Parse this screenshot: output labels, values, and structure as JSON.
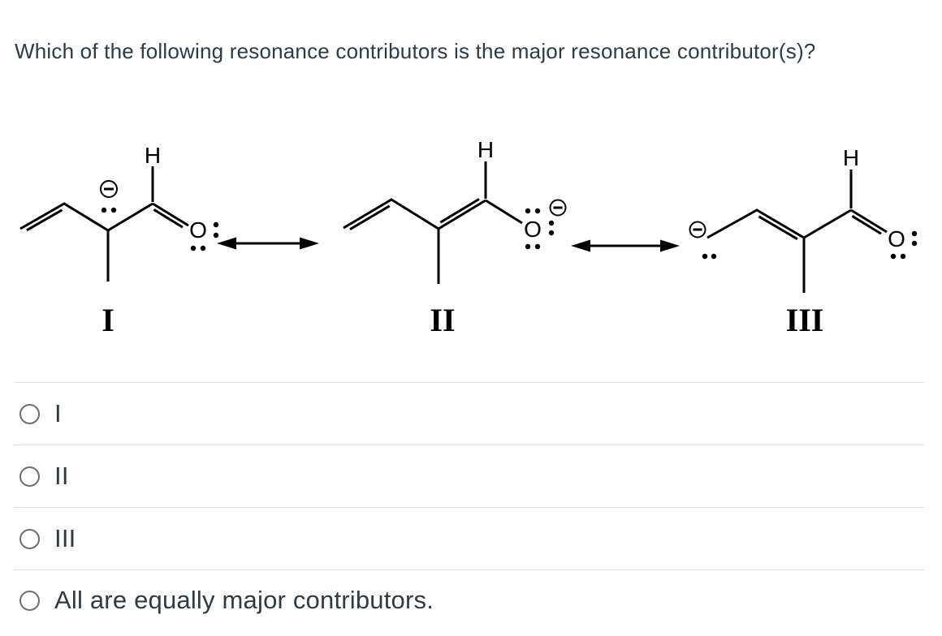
{
  "question": "Which of the following resonance contributors is the major resonance contributor(s)?",
  "diagram": {
    "description": "Three resonance contributors of a 2-methyl-pentadienal-derived anion connected by double-headed resonance arrows",
    "structures": [
      {
        "label": "I",
        "atoms": {
          "h": "H",
          "o": "O"
        },
        "charge": "-",
        "charge_location": "central carbon",
        "skeleton": "CH2=CH-C(-)(CH3)-CH=O"
      },
      {
        "label": "II",
        "atoms": {
          "h": "H",
          "o": "O"
        },
        "charge": "-",
        "charge_location": "oxygen",
        "skeleton": "CH2=CH-C(CH3)=CH-O(-)"
      },
      {
        "label": "III",
        "atoms": {
          "h": "H",
          "o": "O"
        },
        "charge": "-",
        "charge_location": "terminal carbon",
        "skeleton": "(-)CH2-CH=C(CH3)-CH=O"
      }
    ]
  },
  "options": [
    {
      "label": "I"
    },
    {
      "label": "II"
    },
    {
      "label": "III"
    },
    {
      "label": "All are equally major contributors."
    }
  ],
  "colors": {
    "text": "#2d3b45",
    "structure": "#000000",
    "divider": "#e0e0e0",
    "radio_border": "#6e6e6e"
  }
}
